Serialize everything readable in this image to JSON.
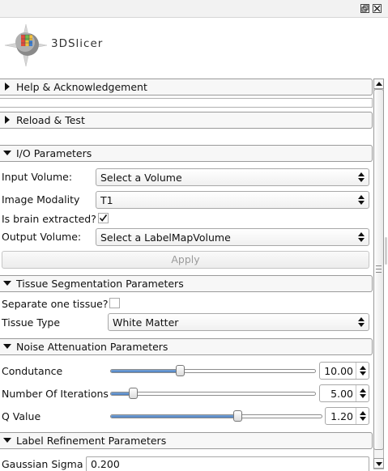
{
  "app": {
    "logo_text": "3DSlicer"
  },
  "sections": {
    "help": {
      "label": "Help & Acknowledgement",
      "expanded": false
    },
    "reload": {
      "label": "Reload & Test",
      "expanded": false
    },
    "io": {
      "label": "I/O Parameters",
      "expanded": true,
      "input_volume": {
        "label": "Input Volume:",
        "value": "Select a Volume"
      },
      "image_modality": {
        "label": "Image Modality",
        "value": "T1"
      },
      "brain_extracted": {
        "label": "Is brain extracted?",
        "checked": true
      },
      "output_volume": {
        "label": "Output Volume:",
        "value": "Select a LabelMapVolume"
      },
      "apply_label": "Apply"
    },
    "tissue": {
      "label": "Tissue Segmentation Parameters",
      "expanded": true,
      "separate": {
        "label": "Separate one tissue?",
        "checked": false
      },
      "tissue_type": {
        "label": "Tissue Type",
        "value": "White Matter"
      }
    },
    "noise": {
      "label": "Noise Attenuation Parameters",
      "expanded": true,
      "condutance": {
        "label": "Condutance",
        "value": "10.00",
        "slider_fraction": 0.34
      },
      "iterations": {
        "label": "Number Of Iterations",
        "value": "5.00",
        "slider_fraction": 0.11
      },
      "q_value": {
        "label": "Q Value",
        "value": "1.20",
        "slider_fraction": 0.6
      }
    },
    "label_refinement": {
      "label": "Label Refinement Parameters",
      "expanded": true,
      "gaussian_sigma": {
        "label": "Gaussian Sigma",
        "value": "0.200"
      }
    }
  },
  "colors": {
    "slider_fill": "#4b7fc0",
    "header_bg": "#f7f7f7"
  }
}
